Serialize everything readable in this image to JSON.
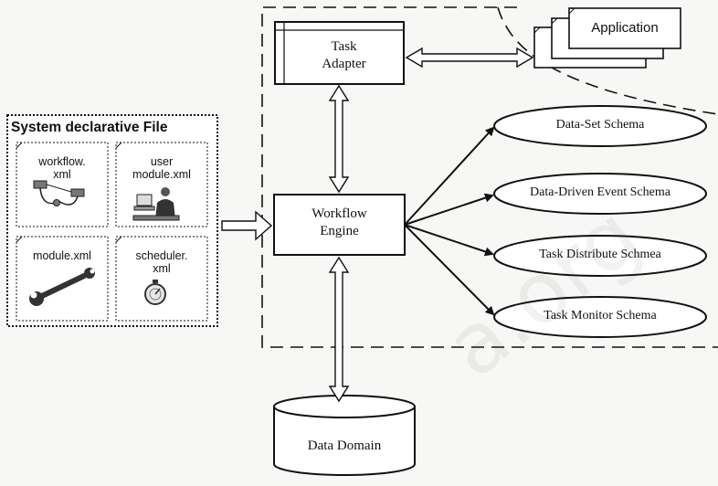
{
  "system_file": {
    "title": "System declarative File",
    "cards": [
      {
        "id": "workflow",
        "label": "workflow.\nxml",
        "icon": "workflow-diagram-icon"
      },
      {
        "id": "user",
        "label": "user\nmodule.xml",
        "icon": "user-at-computer-icon"
      },
      {
        "id": "module",
        "label": "module.xml",
        "icon": "wrench-icon"
      },
      {
        "id": "scheduler",
        "label": "scheduler.\nxml",
        "icon": "stopwatch-icon"
      }
    ]
  },
  "task_adapter": {
    "label": "Task\nAdapter"
  },
  "application": {
    "label": "Application"
  },
  "workflow_engine": {
    "label": "Workflow\nEngine"
  },
  "schemas": [
    {
      "id": "data-set",
      "label": "Data-Set Schema"
    },
    {
      "id": "data-driven-event",
      "label": "Data-Driven Event Schema"
    },
    {
      "id": "task-distribute",
      "label": "Task Distribute Schmea"
    },
    {
      "id": "task-monitor",
      "label": "Task Monitor Schema"
    }
  ],
  "data_domain": {
    "label": "Data Domain"
  },
  "watermark": "a.org"
}
